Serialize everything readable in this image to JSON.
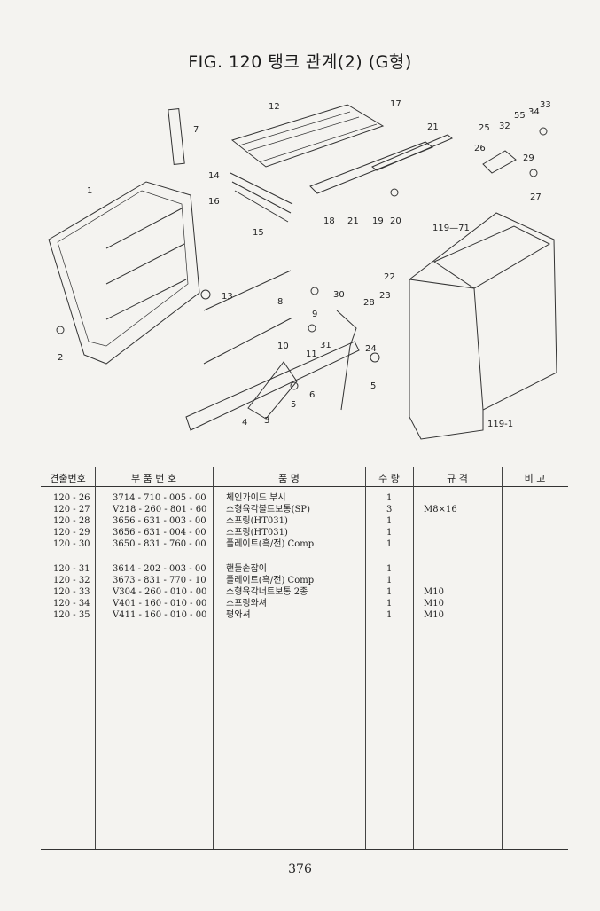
{
  "title": "FIG. 120 탱크 관계(2) (G형)",
  "diagram_labels": [
    "12",
    "17",
    "7",
    "21",
    "25",
    "32",
    "55",
    "34",
    "33",
    "26",
    "29",
    "27",
    "14",
    "16",
    "15",
    "18",
    "21",
    "19",
    "20",
    "119-71",
    "1",
    "13",
    "8",
    "9",
    "22",
    "30",
    "23",
    "28",
    "2",
    "10",
    "31",
    "11",
    "24",
    "5",
    "6",
    "5",
    "4",
    "3",
    "119-1"
  ],
  "table": {
    "headers": [
      "견출번호",
      "부 품 번 호",
      "품 명",
      "수 량",
      "규 격",
      "비 고"
    ],
    "rows": [
      {
        "ref": "120 - 26",
        "part": "3714 - 710 - 005 - 00",
        "name": "체인가이드 부시",
        "qty": "1",
        "spec": "",
        "note": ""
      },
      {
        "ref": "120 - 27",
        "part": "V218 - 260 - 801 - 60",
        "name": "소형육각볼트보통(SP)",
        "qty": "3",
        "spec": "M8×16",
        "note": ""
      },
      {
        "ref": "120 - 28",
        "part": "3656 - 631 - 003 - 00",
        "name": "스프링(HT031)",
        "qty": "1",
        "spec": "",
        "note": ""
      },
      {
        "ref": "120 - 29",
        "part": "3656 - 631 - 004 - 00",
        "name": "스프링(HT031)",
        "qty": "1",
        "spec": "",
        "note": ""
      },
      {
        "ref": "120 - 30",
        "part": "3650 - 831 - 760 - 00",
        "name": "플레이트(흑/전) Comp",
        "qty": "1",
        "spec": "",
        "note": ""
      },
      {
        "ref": "120 - 31",
        "part": "3614 - 202 - 003 - 00",
        "name": "핸들손잡이",
        "qty": "1",
        "spec": "",
        "note": ""
      },
      {
        "ref": "120 - 32",
        "part": "3673 - 831 - 770 - 10",
        "name": "플레이트(흑/전) Comp",
        "qty": "1",
        "spec": "",
        "note": ""
      },
      {
        "ref": "120 - 33",
        "part": "V304 - 260 - 010 - 00",
        "name": "소형육각너트보통 2종",
        "qty": "1",
        "spec": "M10",
        "note": ""
      },
      {
        "ref": "120 - 34",
        "part": "V401 - 160 - 010 - 00",
        "name": "스프링와셔",
        "qty": "1",
        "spec": "M10",
        "note": ""
      },
      {
        "ref": "120 - 35",
        "part": "V411 - 160 - 010 - 00",
        "name": "평와셔",
        "qty": "1",
        "spec": "M10",
        "note": ""
      }
    ]
  },
  "page_number": "376"
}
